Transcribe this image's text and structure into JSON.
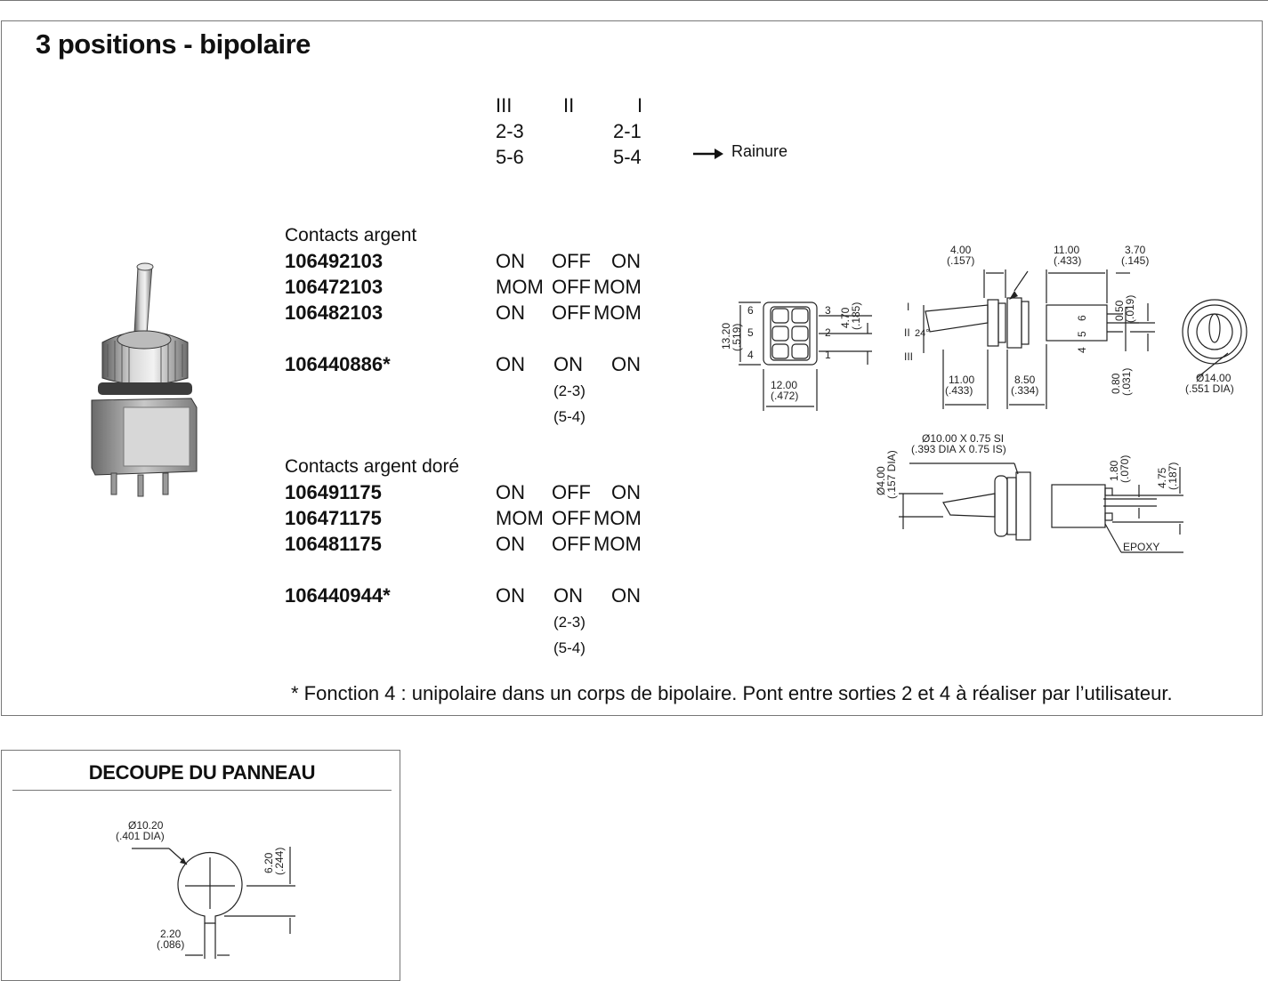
{
  "title": "3 positions - bipolaire",
  "position_header": {
    "positions": [
      "III",
      "II",
      "I"
    ],
    "pole1": [
      "2-3",
      "2-1"
    ],
    "pole2": [
      "5-6",
      "5-4"
    ],
    "groove_label": "Rainure"
  },
  "groups": [
    {
      "heading": "Contacts argent",
      "rows": [
        {
          "part": "106492103",
          "c1": "ON",
          "c2": "OFF",
          "c3": "ON"
        },
        {
          "part": "106472103",
          "c1": "MOM",
          "c2": "OFF",
          "c3": "MOM"
        },
        {
          "part": "106482103",
          "c1": "ON",
          "c2": "OFF",
          "c3": "MOM"
        }
      ],
      "special": {
        "part": "106440886*",
        "c1": "ON",
        "c2": "ON",
        "c3": "ON",
        "note1": "(2-3)",
        "note2": "(5-4)"
      }
    },
    {
      "heading": "Contacts argent doré",
      "rows": [
        {
          "part": "106491175",
          "c1": "ON",
          "c2": "OFF",
          "c3": "ON"
        },
        {
          "part": "106471175",
          "c1": "MOM",
          "c2": "OFF",
          "c3": "MOM"
        },
        {
          "part": "106481175",
          "c1": "ON",
          "c2": "OFF",
          "c3": "MOM"
        }
      ],
      "special": {
        "part": "106440944*",
        "c1": "ON",
        "c2": "ON",
        "c3": "ON",
        "note1": "(2-3)",
        "note2": "(5-4)"
      }
    }
  ],
  "footnote": "* Fonction 4 : unipolaire dans un corps de bipolaire. Pont entre sorties 2 et 4 à réaliser par l’utilisateur.",
  "drawing": {
    "front_h": "13.20",
    "front_h_in": "(.519)",
    "front_w": "12.00",
    "front_w_in": "(.472)",
    "pin_pitch": "4.70",
    "pin_pitch_in": "(.185)",
    "pins_left": [
      "6",
      "5",
      "4"
    ],
    "pins_right": [
      "3",
      "2",
      "1"
    ],
    "side_top1": "4.00",
    "side_top1_in": "(.157)",
    "side_top2": "11.00",
    "side_top2_in": "(.433)",
    "side_top3": "3.70",
    "side_top3_in": "(.145)",
    "side_bot1": "11.00",
    "side_bot1_in": "(.433)",
    "side_bot2": "8.50",
    "side_bot2_in": "(.334)",
    "side_right1": "0.50",
    "side_right1_in": "(.019)",
    "side_right2": "0.80",
    "side_right2_in": "(.031)",
    "pos_I": "I",
    "pos_II": "II",
    "pos_III": "III",
    "angle": "24°",
    "body_pins": [
      "6",
      "5",
      "4"
    ],
    "knob_dia": "Ø14.00",
    "knob_dia_in": "(.551 DIA)",
    "thread": "Ø10.00 X 0.75 SI",
    "thread_in": "(.393 DIA X 0.75 IS)",
    "lever_dia": "Ø4.00",
    "lever_dia_in": "(.157 DIA)",
    "term1": "1.80",
    "term1_in": "(.070)",
    "term2": "4.75",
    "term2_in": "(.187)",
    "epoxy": "EPOXY"
  },
  "panel": {
    "title": "DECOUPE DU PANNEAU",
    "hole_dia": "Ø10.20",
    "hole_dia_in": "(.401 DIA)",
    "flat": "6.20",
    "flat_in": "(.244)",
    "key": "2.20",
    "key_in": "(.086)"
  }
}
